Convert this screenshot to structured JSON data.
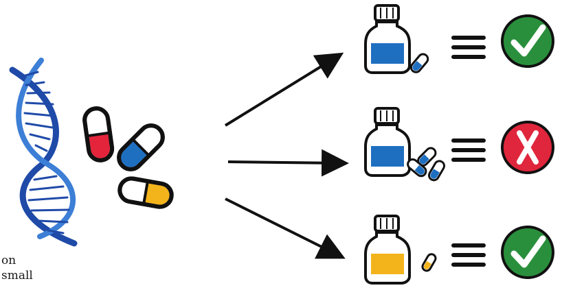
{
  "caption": {
    "line1": "on",
    "line2": "small"
  },
  "colors": {
    "dna_dark": "#1f4aa8",
    "dna_light": "#3d7fd6",
    "red": "#e4243b",
    "blue": "#1f6fc1",
    "yellow": "#f3b41b",
    "pass_green": "#2a8f3c",
    "fail_red": "#e0263c",
    "outline": "#111111"
  },
  "outcomes": [
    {
      "bottle_color": "blue",
      "pill_count": 1,
      "result": "pass",
      "result_icon": "check-icon"
    },
    {
      "bottle_color": "blue",
      "pill_count": 3,
      "result": "fail",
      "result_icon": "x-icon"
    },
    {
      "bottle_color": "yellow",
      "pill_count": 1,
      "result": "pass",
      "result_icon": "check-icon"
    }
  ],
  "icons": {
    "dna": "dna-icon",
    "equals": "equals-icon",
    "arrow": "arrow-icon",
    "bottle": "medicine-bottle-icon",
    "capsule": "capsule-icon"
  }
}
